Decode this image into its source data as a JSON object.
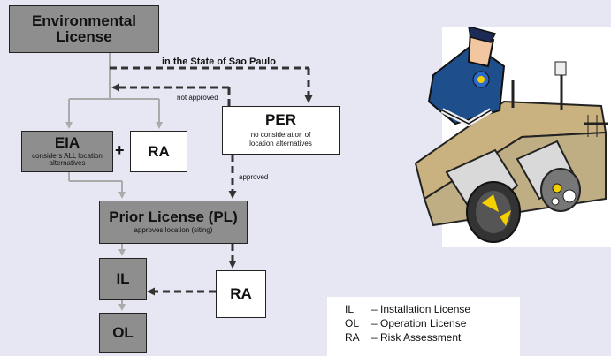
{
  "boxes": {
    "env_license": {
      "line1": "Environmental",
      "line2": "License"
    },
    "eia": {
      "title": "EIA",
      "subtitle": "considers ALL location alternatives"
    },
    "ra_top": {
      "title": "RA"
    },
    "per": {
      "title": "PER",
      "subtitle_line1": "no consideration of",
      "subtitle_line2": "location alternatives"
    },
    "prior_license": {
      "title": "Prior License (PL)",
      "subtitle": "approves location (siting)"
    },
    "il": {
      "title": "IL"
    },
    "ra_bottom": {
      "title": "RA"
    },
    "ol": {
      "title": "OL"
    }
  },
  "labels": {
    "state": "in the State of Sao Paulo",
    "not_approved": "not approved",
    "approved": "approved",
    "plus": "+"
  },
  "legend": [
    {
      "abbr": "IL",
      "desc": "– Installation License"
    },
    {
      "abbr": "OL",
      "desc": "– Operation License"
    },
    {
      "abbr": "RA",
      "desc": "– Risk Assessment"
    }
  ],
  "illustration": "industrial-plant-worker-clipart",
  "colors": {
    "background": "#e7e7f3",
    "gray_box": "#8e8e8e",
    "arrow_gray": "#aaaaaa"
  }
}
